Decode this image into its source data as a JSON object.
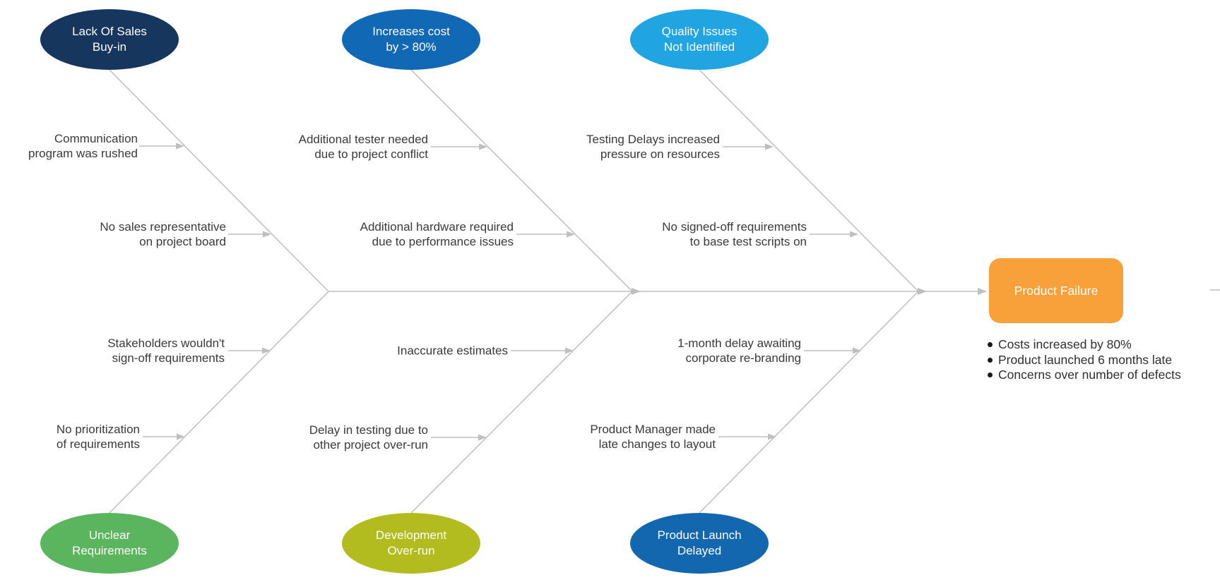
{
  "diagram": {
    "type": "fishbone",
    "effect": {
      "label": "Product Failure",
      "color": "#F8A13A",
      "outcomes": [
        "Costs increased by 80%",
        "Product launched 6 months late",
        "Concerns over number of defects"
      ]
    },
    "categories": [
      {
        "id": "lack-of-sales-buy-in",
        "label": "Lack Of Sales\nBuy-in",
        "color": "#17365D",
        "position": "top"
      },
      {
        "id": "increases-cost",
        "label": "Increases cost\nby > 80%",
        "color": "#1169B5",
        "position": "top"
      },
      {
        "id": "quality-issues",
        "label": "Quality Issues\nNot Identified",
        "color": "#21A5E2",
        "position": "top"
      },
      {
        "id": "unclear-requirements",
        "label": "Unclear\nRequirements",
        "color": "#5BB55F",
        "position": "bottom"
      },
      {
        "id": "development-over-run",
        "label": "Development\nOver-run",
        "color": "#B3BC1E",
        "position": "bottom"
      },
      {
        "id": "product-launch-delayed",
        "label": "Product Launch\nDelayed",
        "color": "#1267AE",
        "position": "bottom"
      }
    ],
    "causes": [
      {
        "text": "Communication\nprogram was rushed",
        "branch": "lack-of-sales-buy-in"
      },
      {
        "text": "No sales representative\non project board",
        "branch": "lack-of-sales-buy-in"
      },
      {
        "text": "Stakeholders wouldn't\nsign-off requirements",
        "branch": "unclear-requirements"
      },
      {
        "text": "No prioritization\nof requirements",
        "branch": "unclear-requirements"
      },
      {
        "text": "Additional tester needed\ndue to project conflict",
        "branch": "increases-cost"
      },
      {
        "text": "Additional hardware required\ndue to performance issues",
        "branch": "increases-cost"
      },
      {
        "text": "Inaccurate estimates",
        "branch": "development-over-run"
      },
      {
        "text": "Delay in testing due to\nother project over-run",
        "branch": "development-over-run"
      },
      {
        "text": "Testing Delays increased\npressure on resources",
        "branch": "quality-issues"
      },
      {
        "text": "No signed-off requirements\nto base test scripts on",
        "branch": "quality-issues"
      },
      {
        "text": "1-month delay awaiting\ncorporate re-branding",
        "branch": "product-launch-delayed"
      },
      {
        "text": "Product Manager made\nlate changes to layout",
        "branch": "product-launch-delayed"
      }
    ],
    "colors": {
      "line": "#BFBFBF",
      "text": "#3A3A3A",
      "shape_text": "#FFFFFF"
    }
  }
}
